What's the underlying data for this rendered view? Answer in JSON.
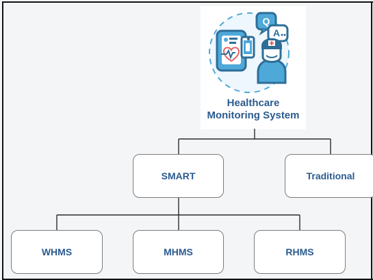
{
  "diagram": {
    "root": {
      "label": "Healthcare\nMonitoring System",
      "icon": "healthcare-monitoring-illustration-icon"
    },
    "level1": {
      "smart": "SMART",
      "traditional": "Traditional"
    },
    "level2": {
      "whms": "WHMS",
      "mhms": "MHMS",
      "rhms": "RHMS"
    },
    "colors": {
      "text": "#2b5b8f",
      "line": "#2b2b2b",
      "icon_blue": "#4ea9d9",
      "icon_dark": "#2d6d97"
    }
  }
}
